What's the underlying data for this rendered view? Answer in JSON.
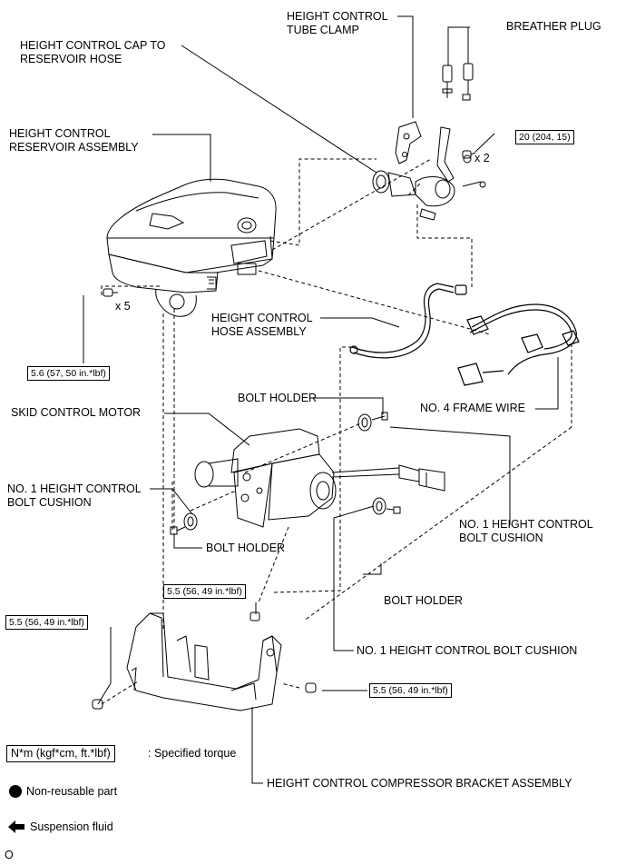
{
  "labels": {
    "tube_clamp_1": "HEIGHT CONTROL",
    "tube_clamp_2": "TUBE CLAMP",
    "breather_plug": "BREATHER PLUG",
    "cap_hose_1": "HEIGHT CONTROL CAP TO",
    "cap_hose_2": "RESERVOIR HOSE",
    "reservoir_1": "HEIGHT CONTROL",
    "reservoir_2": "RESERVOIR ASSEMBLY",
    "hose_assembly_1": "HEIGHT CONTROL",
    "hose_assembly_2": "HOSE ASSEMBLY",
    "frame_wire": "NO. 4 FRAME WIRE",
    "bolt_holder_top": "BOLT HOLDER",
    "skid_motor": "SKID CONTROL MOTOR",
    "cushion_left_1": "NO. 1 HEIGHT CONTROL",
    "cushion_left_2": "BOLT CUSHION",
    "bolt_holder_left": "BOLT HOLDER",
    "cushion_right_1": "NO. 1 HEIGHT CONTROL",
    "cushion_right_2": "BOLT CUSHION",
    "bolt_holder_right": "BOLT HOLDER",
    "cushion_bottom": "NO. 1 HEIGHT CONTROL BOLT CUSHION",
    "bracket": "HEIGHT CONTROL COMPRESSOR BRACKET ASSEMBLY"
  },
  "torques": {
    "top_right": "20 (204, 15)",
    "reservoir": "5.6 (57, 50 in.*lbf)",
    "bracket_top": "5.5 (56, 49 in.*lbf)",
    "bracket_left": "5.5 (56, 49 in.*lbf)",
    "bracket_right": "5.5 (56, 49 in.*lbf)"
  },
  "quantities": {
    "top_bolts": "x 2",
    "reservoir_bolts": "x 5"
  },
  "legend": {
    "torque_unit": "N*m (kgf*cm, ft.*lbf)",
    "torque_desc": ": Specified torque",
    "non_reusable": "Non-reusable part",
    "suspension_fluid": "Suspension fluid"
  },
  "footer_mark": "O"
}
